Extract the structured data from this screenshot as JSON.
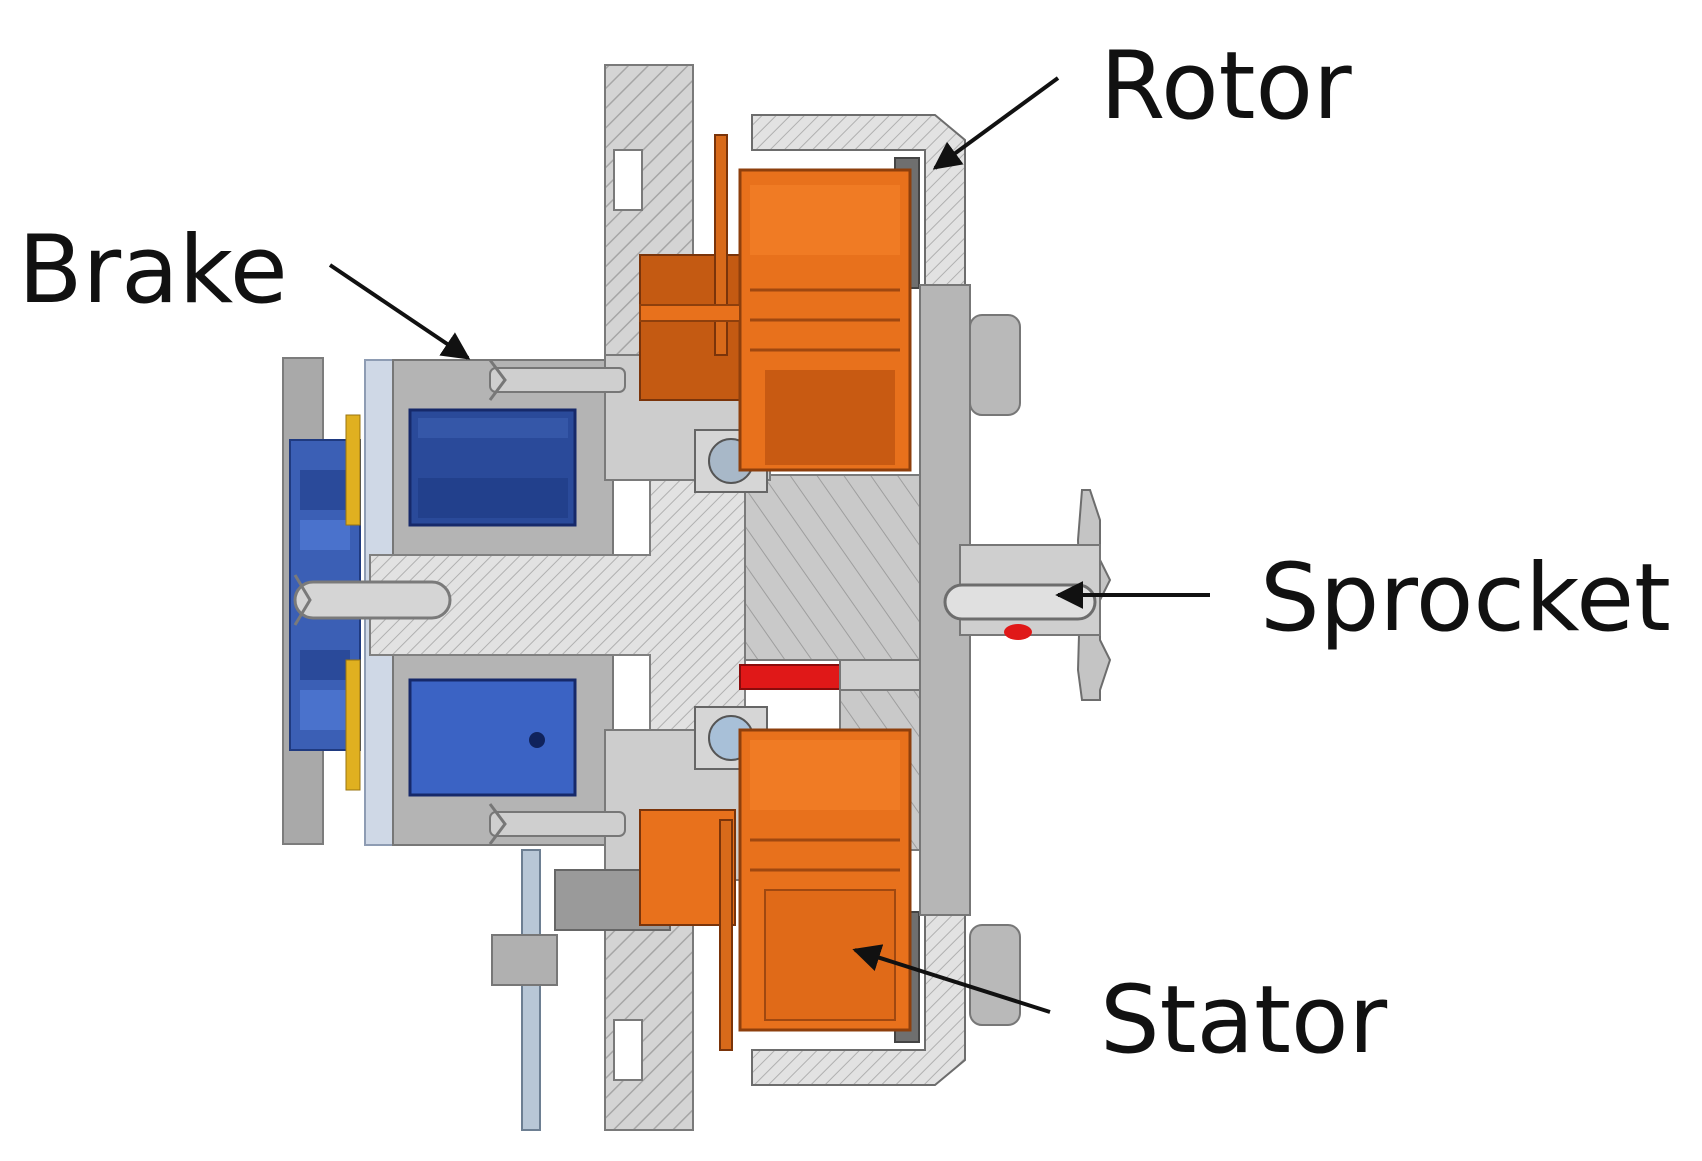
{
  "labels": {
    "rotor": "Rotor",
    "brake": "Brake",
    "sprocket": "Sprocket",
    "stator": "Stator"
  },
  "colors": {
    "background": "#ffffff",
    "steel": "#bcbcbc",
    "steel_dark": "#8f8f8f",
    "steel_light": "#d9d9d9",
    "copper": "#e8711c",
    "copper_dark": "#c45a12",
    "coil_blue": "#2a4a9a",
    "coil_blue_light": "#3b63c4",
    "accent_red": "#e01818",
    "yellow": "#e0b020",
    "line": "#111111"
  }
}
